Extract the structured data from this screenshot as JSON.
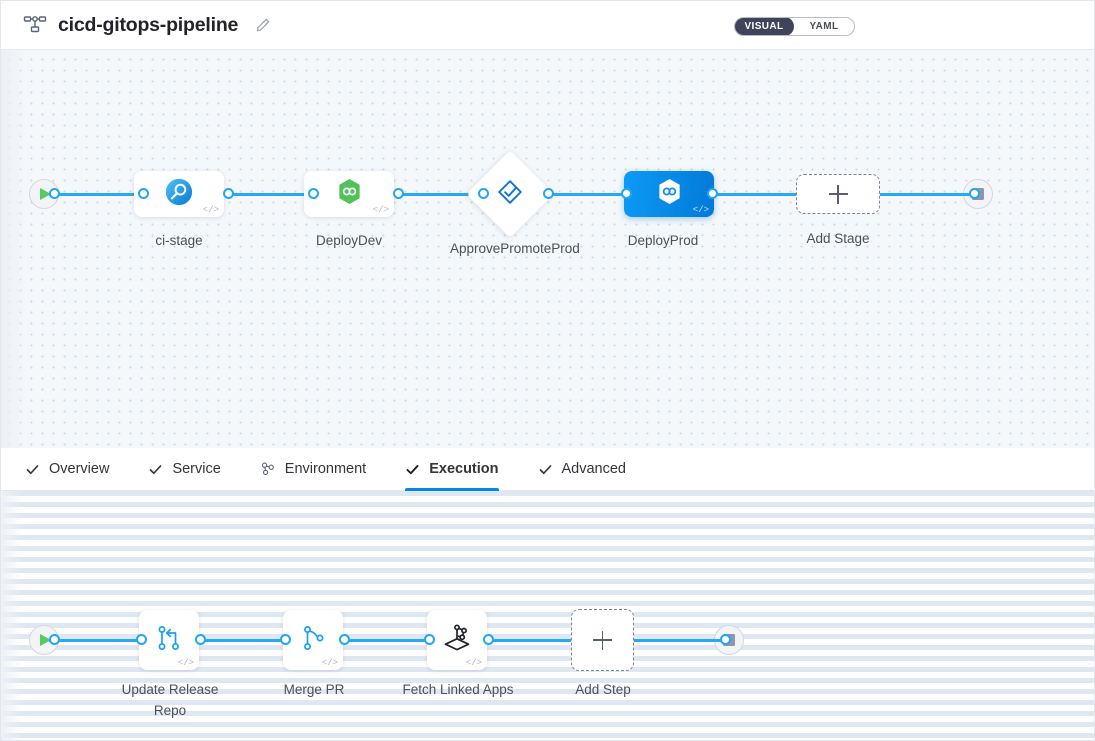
{
  "header": {
    "pipeline_icon": "pipeline-hierarchy-icon",
    "title": "cicd-gitops-pipeline",
    "edit_icon": "pencil-edit-icon",
    "mode_toggle": {
      "options": [
        "VISUAL",
        "YAML"
      ],
      "selected": "VISUAL"
    }
  },
  "stage_canvas": {
    "start_node": {
      "name": "pipeline-start",
      "icon": "play-icon"
    },
    "end_node": {
      "name": "pipeline-end",
      "icon": "stop-icon"
    },
    "stages": [
      {
        "label": "ci-stage",
        "icon": "harness-ci-icon",
        "type": "ci",
        "selected": false,
        "has_code_badge": true
      },
      {
        "label": "DeployDev",
        "icon": "gitops-hexagon-icon",
        "type": "deploy",
        "selected": false,
        "has_code_badge": true
      },
      {
        "label": "ApprovePromoteProd",
        "icon": "approval-diamond-check-icon",
        "type": "approval",
        "selected": false,
        "has_code_badge": false
      },
      {
        "label": "DeployProd",
        "icon": "gitops-hexagon-icon",
        "type": "deploy",
        "selected": true,
        "has_code_badge": true
      }
    ],
    "add_stage": {
      "label": "Add Stage",
      "icon": "plus-icon"
    },
    "code_badge_glyph": "</>"
  },
  "tabs": [
    {
      "label": "Overview",
      "icon": "check-icon",
      "active": false
    },
    {
      "label": "Service",
      "icon": "check-icon",
      "active": false
    },
    {
      "label": "Environment",
      "icon": "infrastructure-nodes-icon",
      "active": false
    },
    {
      "label": "Execution",
      "icon": "check-icon",
      "active": true
    },
    {
      "label": "Advanced",
      "icon": "check-icon",
      "active": false
    }
  ],
  "step_canvas": {
    "start_node": {
      "name": "execution-start",
      "icon": "play-icon"
    },
    "end_node": {
      "name": "execution-end",
      "icon": "stop-icon"
    },
    "steps": [
      {
        "label": "Update Release Repo",
        "icon": "update-release-repo-icon",
        "has_code_badge": true
      },
      {
        "label": "Merge PR",
        "icon": "merge-pr-icon",
        "has_code_badge": true
      },
      {
        "label": "Fetch Linked Apps",
        "icon": "fetch-linked-apps-icon",
        "has_code_badge": true
      }
    ],
    "add_step": {
      "label": "Add Step",
      "icon": "plus-icon"
    },
    "code_badge_glyph": "</>"
  },
  "colors": {
    "edge": "#28a9f5",
    "selected_stage": "#0b9bf6",
    "active_tab_underline": "#0a85df",
    "start_play": "#5bc861",
    "stop_square": "#9096a8",
    "canvas_stage_bg": "#f4f8fb",
    "canvas_steps_bg": "#ffffff"
  }
}
